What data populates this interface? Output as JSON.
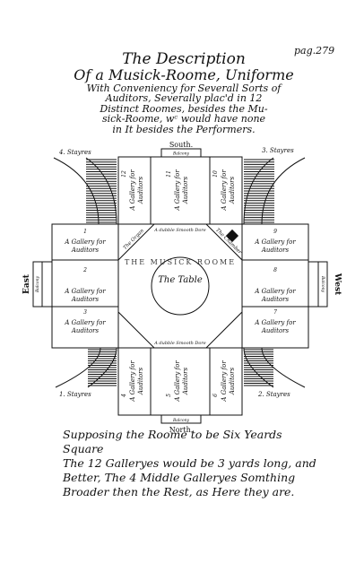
{
  "page_number": "pag.279",
  "title": {
    "line1": "The Description",
    "line2": "Of a Musick-Roome, Uniforme",
    "line3": "With Conveniency for Severall Sorts of",
    "line4": "Auditors, Severally plac'd in 12",
    "line5": "Distinct Roomes, besides the Mu-",
    "line6": "sick-Roome, wᶜ would have none",
    "line7": "in It besides the Performers."
  },
  "plan": {
    "stayres_tl": "4. Stayres",
    "stayres_tr": "3. Stayres",
    "stayres_bl": "1. Stayres",
    "stayres_br": "2. Stayres",
    "south": "South.",
    "north": "North.",
    "east": "East",
    "west": "West",
    "balcony": "Balcony",
    "table": "The Table",
    "musick_room": "THE MUSICK ROOME",
    "organ": "The Organ",
    "chamber": "The Chamber",
    "double_door": "A dubble Smooth Dore",
    "gallery_line1": "A Gallery for",
    "gallery_line2": "Auditors",
    "galleries": {
      "g1": "1",
      "g2": "2",
      "g3": "3",
      "g4": "4",
      "g5": "5",
      "g6": "6",
      "g7": "7",
      "g8": "8",
      "g9": "9",
      "g10": "10",
      "g11": "11",
      "g12": "12"
    }
  },
  "caption": {
    "line1": "Supposing the Roome to be Six Yeards Square",
    "line2": "The 12 Galleryes would be 3 yards long, and",
    "line3": "Better, The 4 Middle Galleryes Somthing",
    "line4": "Broader then the Rest, as Here they are."
  }
}
